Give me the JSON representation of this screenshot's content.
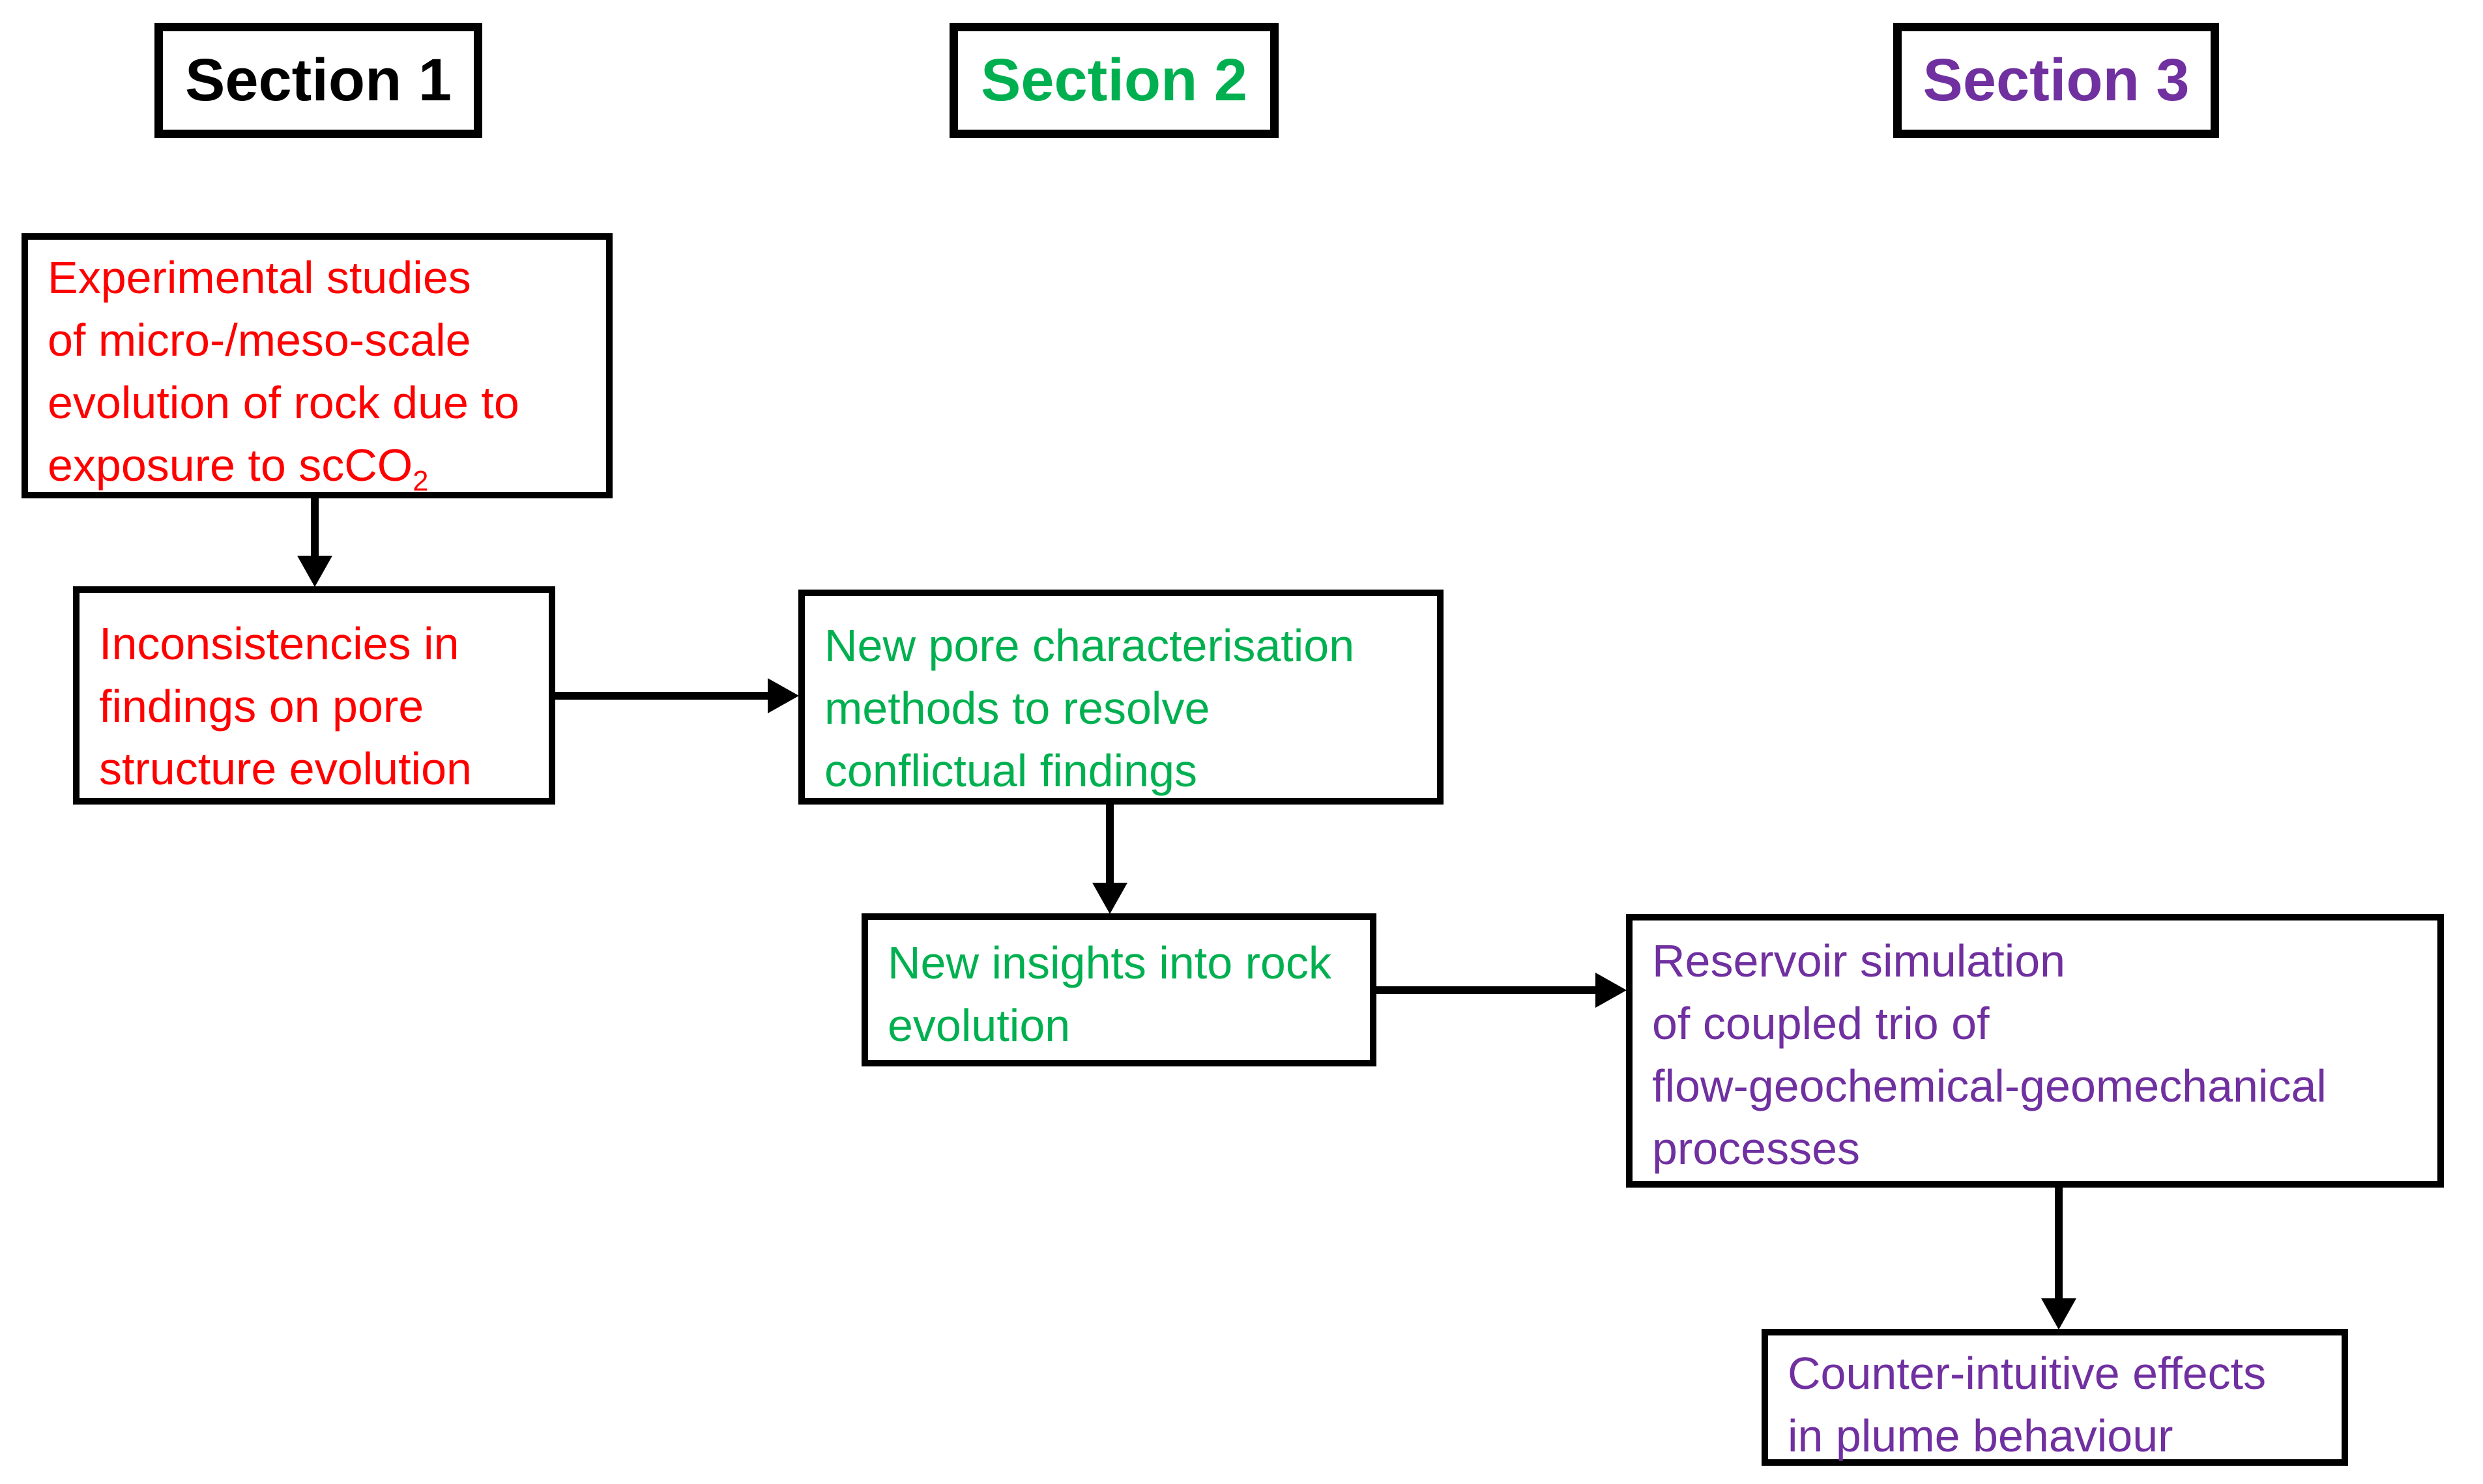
{
  "colors": {
    "background": "#FFFFFF",
    "border": "#000000",
    "section1": "#000000",
    "section2": "#00B050",
    "section3": "#7030A0",
    "red": "#FF0000",
    "green": "#00B050",
    "purple": "#7030A0"
  },
  "headers": [
    {
      "label": "Section 1",
      "color": "#000000"
    },
    {
      "label": "Section 2",
      "color": "#00B050"
    },
    {
      "label": "Section 3",
      "color": "#7030A0"
    }
  ],
  "boxes": [
    {
      "name": "experimental-studies",
      "color": "#FF0000",
      "lines": [
        "Experimental studies",
        "of micro-/meso-scale",
        "evolution of rock due to",
        {
          "text": "exposure to scCO",
          "sub": "2"
        }
      ]
    },
    {
      "name": "inconsistencies",
      "color": "#FF0000",
      "lines": [
        "Inconsistencies in",
        "findings on pore",
        "structure evolution"
      ]
    },
    {
      "name": "new-pore-characterisation",
      "color": "#00B050",
      "lines": [
        "New pore characterisation",
        "methods to resolve",
        "conflictual findings"
      ]
    },
    {
      "name": "new-insights",
      "color": "#00B050",
      "lines": [
        "New insights into rock",
        "evolution"
      ]
    },
    {
      "name": "reservoir-simulation",
      "color": "#7030A0",
      "lines": [
        "Reservoir simulation",
        "of coupled trio of",
        "flow-geochemical-geomechanical",
        "processes"
      ]
    },
    {
      "name": "counter-intuitive-effects",
      "color": "#7030A0",
      "lines": [
        "Counter-intuitive effects",
        "in plume behaviour"
      ]
    }
  ],
  "arrows": [
    {
      "from": "experimental-studies",
      "to": "inconsistencies",
      "direction": "down"
    },
    {
      "from": "inconsistencies",
      "to": "new-pore-characterisation",
      "direction": "right"
    },
    {
      "from": "new-pore-characterisation",
      "to": "new-insights",
      "direction": "down"
    },
    {
      "from": "new-insights",
      "to": "reservoir-simulation",
      "direction": "right"
    },
    {
      "from": "reservoir-simulation",
      "to": "counter-intuitive-effects",
      "direction": "down"
    }
  ]
}
